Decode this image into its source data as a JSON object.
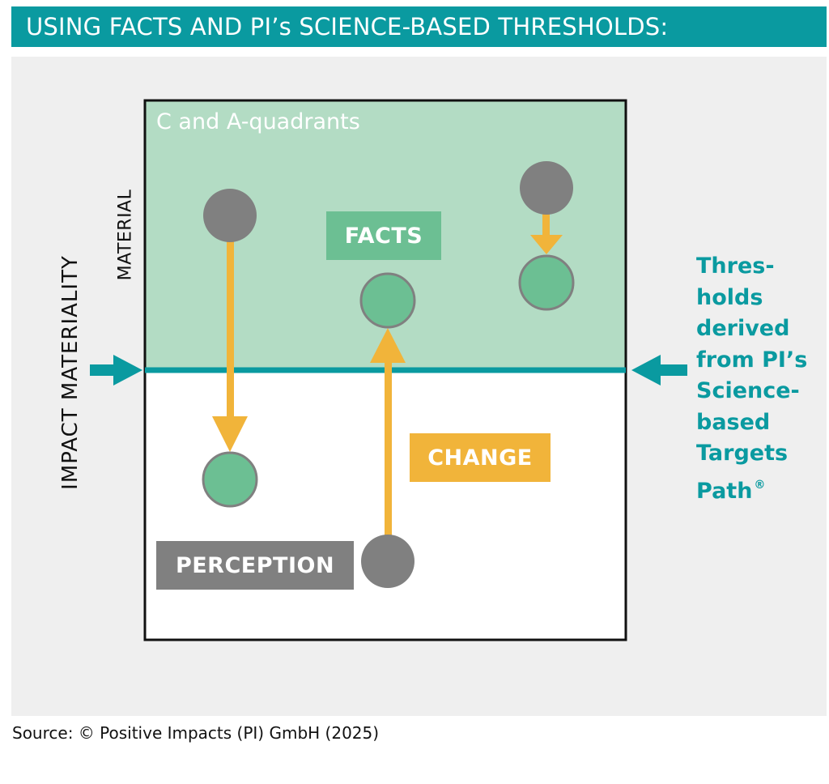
{
  "header": {
    "title": "USING FACTS AND PI’s SCIENCE-BASED THRESHOLDS:"
  },
  "axes": {
    "y_label": "IMPACT MATERIALITY",
    "upper_label": "MATERIAL"
  },
  "quadrant": {
    "label": "C and A-quadrants"
  },
  "tags": {
    "facts": "FACTS",
    "change": "CHANGE",
    "perception": "PERCEPTION"
  },
  "thresholds": {
    "lines": [
      "Thres-",
      "holds",
      "derived",
      "from PI’s",
      "Science-",
      "based",
      "Targets",
      "Path"
    ],
    "registered_mark": "®"
  },
  "colors": {
    "teal": "#0a9aa0",
    "green_zone": "#b3dcc4",
    "green_dot": "#6cbf93",
    "gray_dot": "#808080",
    "arrow": "#f1b43a",
    "panel": "#efefef"
  },
  "source": "Source: © Positive Impacts (PI) GmbH (2025)"
}
